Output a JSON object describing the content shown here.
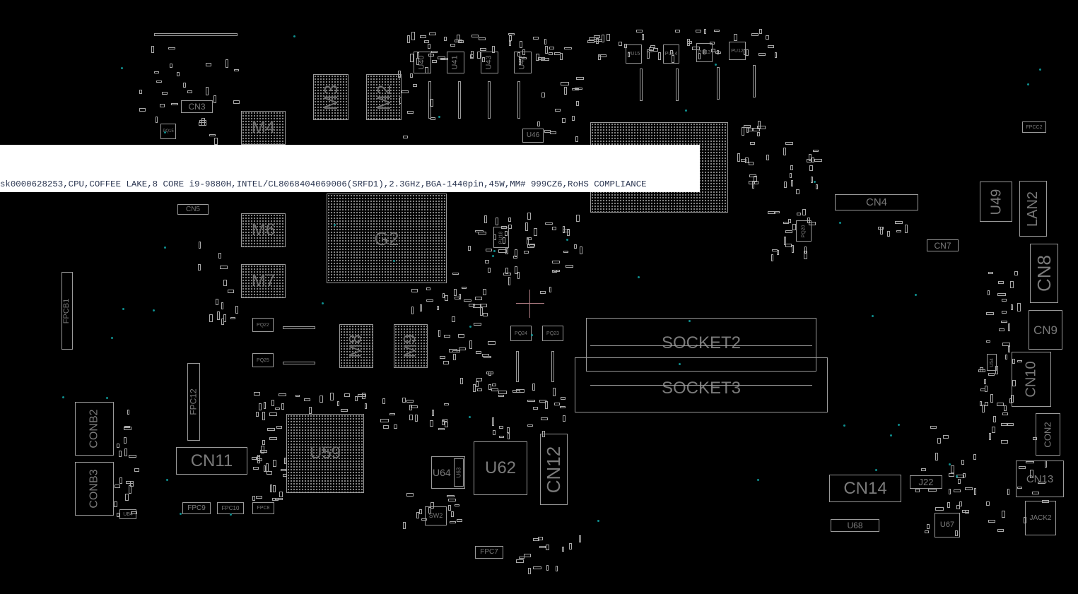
{
  "banner": {
    "text": "sk0000628253,CPU,COFFEE LAKE,8 CORE i9-9880H,INTEL/CL8068404069006(SRFD1),2.3GHz,BGA-1440pin,45W,MM# 999CZ6,RoHS COMPLIANCE"
  },
  "components": {
    "M3": "M3",
    "M2": "M2",
    "M4": "M4",
    "M6": "M6",
    "M7": "M7",
    "M8": "M8",
    "M9": "M9",
    "G2": "G2",
    "U40": "U40",
    "U41": "U41",
    "U43": "U43",
    "U42": "U42",
    "U46": "U46",
    "PU15": "PU15",
    "PU14": "PU14",
    "PU13": "PU13",
    "PU12": "PU12",
    "CN3": "CN3",
    "PQ15": "PQ15",
    "CN5": "CN5",
    "FPCB1": "FPCB1",
    "PQ22": "PQ22",
    "PQ25": "PQ25",
    "FPC12": "FPC12",
    "CONB2": "CONB2",
    "CONB3": "CONB3",
    "UB4": "UB4",
    "CN11": "CN11",
    "FPC9": "FPC9",
    "FPC10": "FPC10",
    "FPC8": "FPC8",
    "U59": "U59",
    "U64": "U64",
    "U63": "U63",
    "U62": "U62",
    "CN12": "CN12",
    "SW2": "SW2",
    "FPC7": "FPC7",
    "PU18": "PU18",
    "PQ24": "PQ24",
    "PQ23": "PQ23",
    "SOCKET2": "SOCKET2",
    "SOCKET3": "SOCKET3",
    "CN4": "CN4",
    "CN7": "CN7",
    "PQ20": "PQ20",
    "FPCC2": "FPCC2",
    "U49": "U49",
    "LAN2": "LAN2",
    "CN8": "CN8",
    "CN9": "CN9",
    "U54": "U54",
    "CN10": "CN10",
    "CON2": "CON2",
    "CN13": "CN13",
    "JACK2": "JACK2",
    "CN14": "CN14",
    "J22": "J22",
    "U68": "U68",
    "U67": "U67"
  },
  "colors": {
    "background": "#000000",
    "outline": "#9a9a9a",
    "label": "#7a7a7a",
    "via": "#0e8f8f",
    "cursor": "#b07d84",
    "banner_bg": "#ffffff"
  }
}
